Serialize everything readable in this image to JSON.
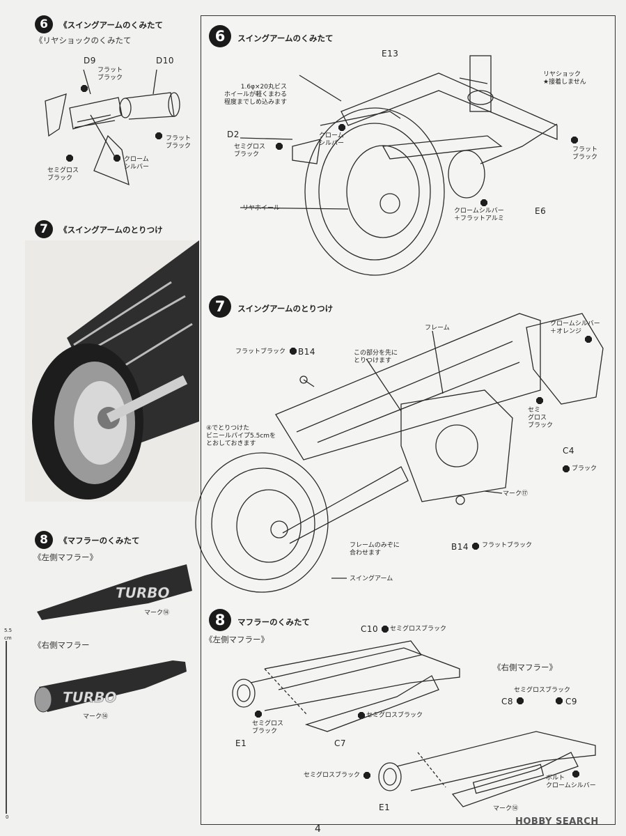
{
  "left": {
    "s6": {
      "num": "6",
      "title": "《スイングアームのくみたて",
      "subtitle": "《リヤショックのくみたて"
    },
    "s6_labels": {
      "d9": "D9",
      "d10": "D10",
      "flat_black_a": "フラット\nブラック",
      "flat_black_b": "フラット\nブラック",
      "chrome_silver": "クローム\nシルバー",
      "semigloss_black": "セミグロス\nブラック"
    },
    "s7": {
      "num": "7",
      "title": "《スイングアームのとりつけ"
    },
    "s8": {
      "num": "8",
      "title": "《マフラーのくみたて",
      "left_muffler": "《左側マフラー》",
      "right_muffler": "《右側マフラー"
    },
    "muffler_text": "TURBO",
    "mark14_a": "マーク⑭",
    "mark14_b": "マーク⑭",
    "ruler": "5.5\ncm",
    "ruler_zero": "0"
  },
  "panel": {
    "s6": {
      "num": "6",
      "title": "スイングアームのくみたて"
    },
    "s6_labels": {
      "e13": "E13",
      "screw": "1.6φ×20丸ビス\nホイールが軽くまわる\n程度までしめ込みます",
      "rear_shock": "リヤショック\n★接着しません",
      "d2": "D2",
      "semigloss_black": "セミグロス\nブラック",
      "chrome_silver": "クローム\nシルバー",
      "flat_black": "フラット\nブラック",
      "rear_wheel": "リヤホイール",
      "chrome_alu": "クロームシルバー\n＋フラットアルミ",
      "e6": "E6"
    },
    "s7": {
      "num": "7",
      "title": "スイングアームのとりつけ"
    },
    "s7_labels": {
      "frame": "フレーム",
      "chrome_orange": "クロームシルバー\n＋オレンジ",
      "b14_top": "フラットブラック",
      "b14_code": "B14",
      "attach_first": "この部分を先に\nとりつけます",
      "semi_gloss": "セミ\nグロス\nブラック",
      "c4": "C4",
      "c4_black": "ブラック",
      "vinyl": "④でとりつけた\nビニールパイプ5.5cmを\nとおしておきます",
      "mark17": "マーク⑰",
      "frame_groove": "フレームのみぞに\n合わせます",
      "b14_bottom_code": "B14",
      "b14_bottom": "フラットブラック",
      "swing_arm": "スイングアーム"
    },
    "s8": {
      "num": "8",
      "title": "マフラーのくみたて",
      "left_muffler": "《左側マフラー》",
      "right_muffler": "《右側マフラー》"
    },
    "s8_labels": {
      "c10": "C10",
      "c10_color": "セミグロスブラック",
      "c7_color": "セミグロスブラック",
      "e1_color": "セミグロス\nブラック",
      "e1_a": "E1",
      "c7": "C7",
      "c8_c9_color": "セミグロスブラック",
      "c8": "C8",
      "c9": "C9",
      "e1_b_color": "セミグロスブラック",
      "bolt": "ボルト\nクロームシルバー",
      "e1_b": "E1",
      "mark14": "マーク⑭"
    }
  },
  "footer": {
    "page": "4",
    "watermark": "HOBBY SEARCH"
  }
}
